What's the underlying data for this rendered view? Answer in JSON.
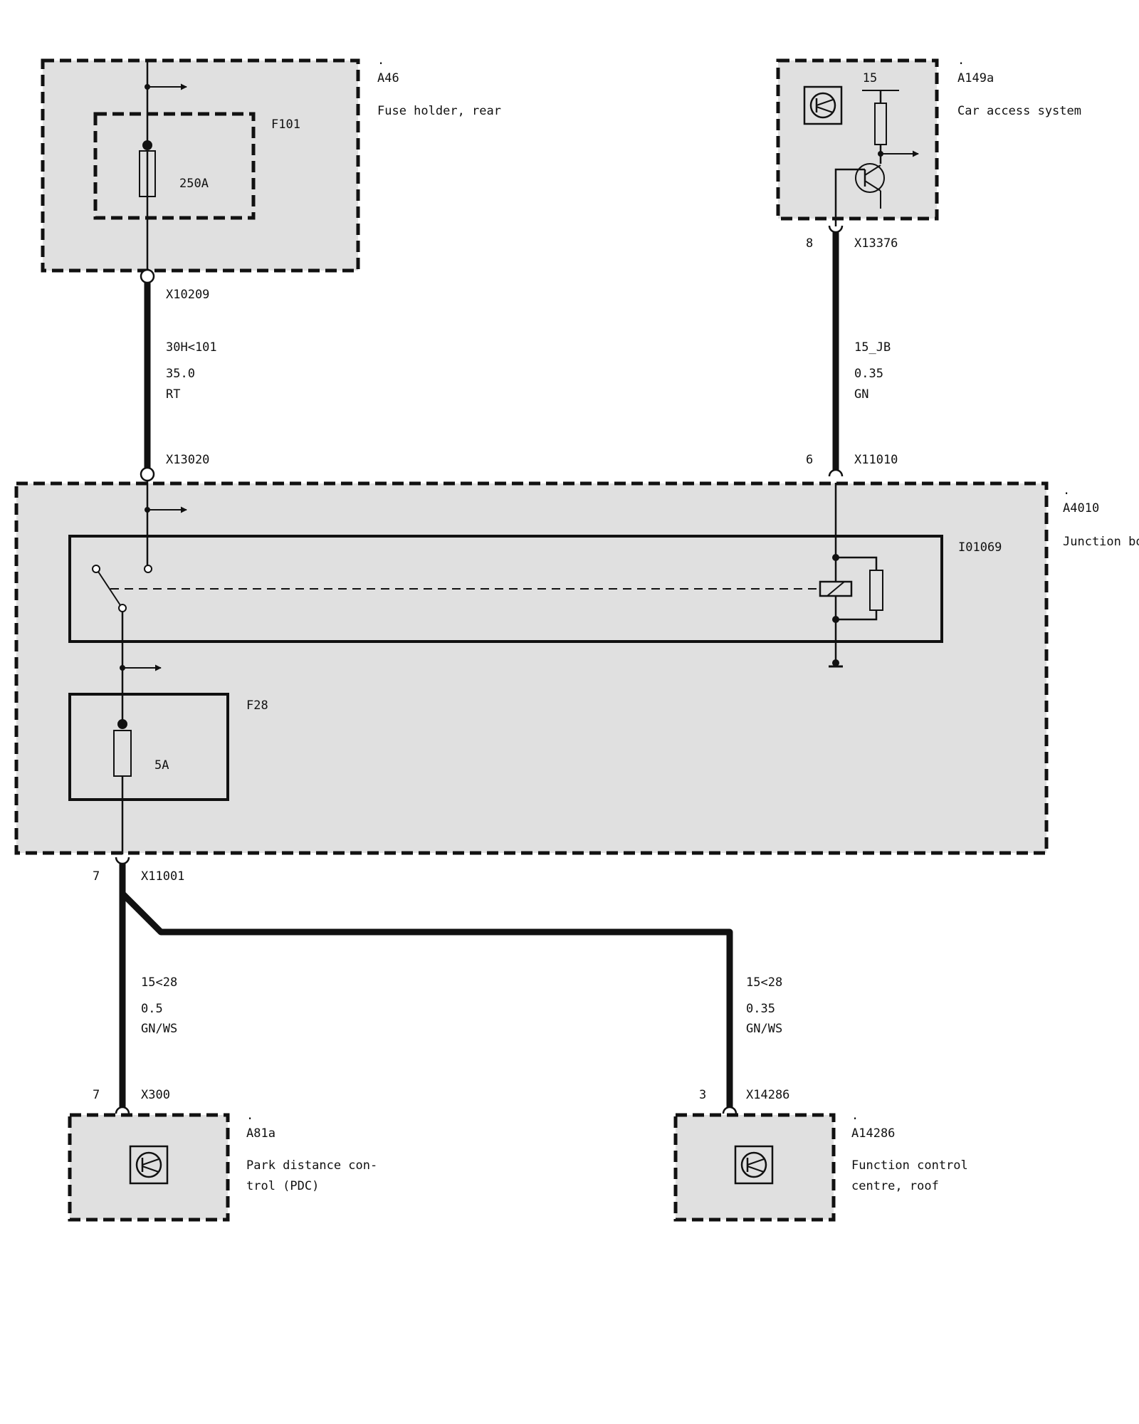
{
  "components": {
    "a46": {
      "dot": ".",
      "code": "A46",
      "name": "Fuse holder, rear"
    },
    "f101": {
      "code": "F101",
      "rating": "250A"
    },
    "a149a": {
      "dot": ".",
      "code": "A149a",
      "name": "Car access system",
      "terminal": "15"
    },
    "a4010": {
      "dot": ".",
      "code": "A4010",
      "name": "Junction box"
    },
    "i01069": {
      "code": "I01069"
    },
    "f28": {
      "code": "F28",
      "rating": "5A"
    },
    "a81a": {
      "dot": ".",
      "code": "A81a",
      "name_line1": "Park distance con-",
      "name_line2": "trol (PDC)"
    },
    "a14286": {
      "dot": ".",
      "code": "A14286",
      "name_line1": "Function control",
      "name_line2": "centre, roof"
    }
  },
  "connectors": {
    "x10209": {
      "code": "X10209"
    },
    "x13020": {
      "code": "X13020"
    },
    "x13376": {
      "pin": "8",
      "code": "X13376"
    },
    "x11010": {
      "pin": "6",
      "code": "X11010"
    },
    "x11001": {
      "pin": "7",
      "code": "X11001"
    },
    "x300": {
      "pin": "7",
      "code": "X300"
    },
    "x14286": {
      "pin": "3",
      "code": "X14286"
    }
  },
  "wires": {
    "w1": {
      "signal": "30H<101",
      "size": "35.0",
      "color": "RT"
    },
    "w2": {
      "signal": "15_JB",
      "size": "0.35",
      "color": "GN"
    },
    "w3": {
      "signal": "15<28",
      "size": "0.5",
      "color": "GN/WS"
    },
    "w4": {
      "signal": "15<28",
      "size": "0.35",
      "color": "GN/WS"
    }
  }
}
